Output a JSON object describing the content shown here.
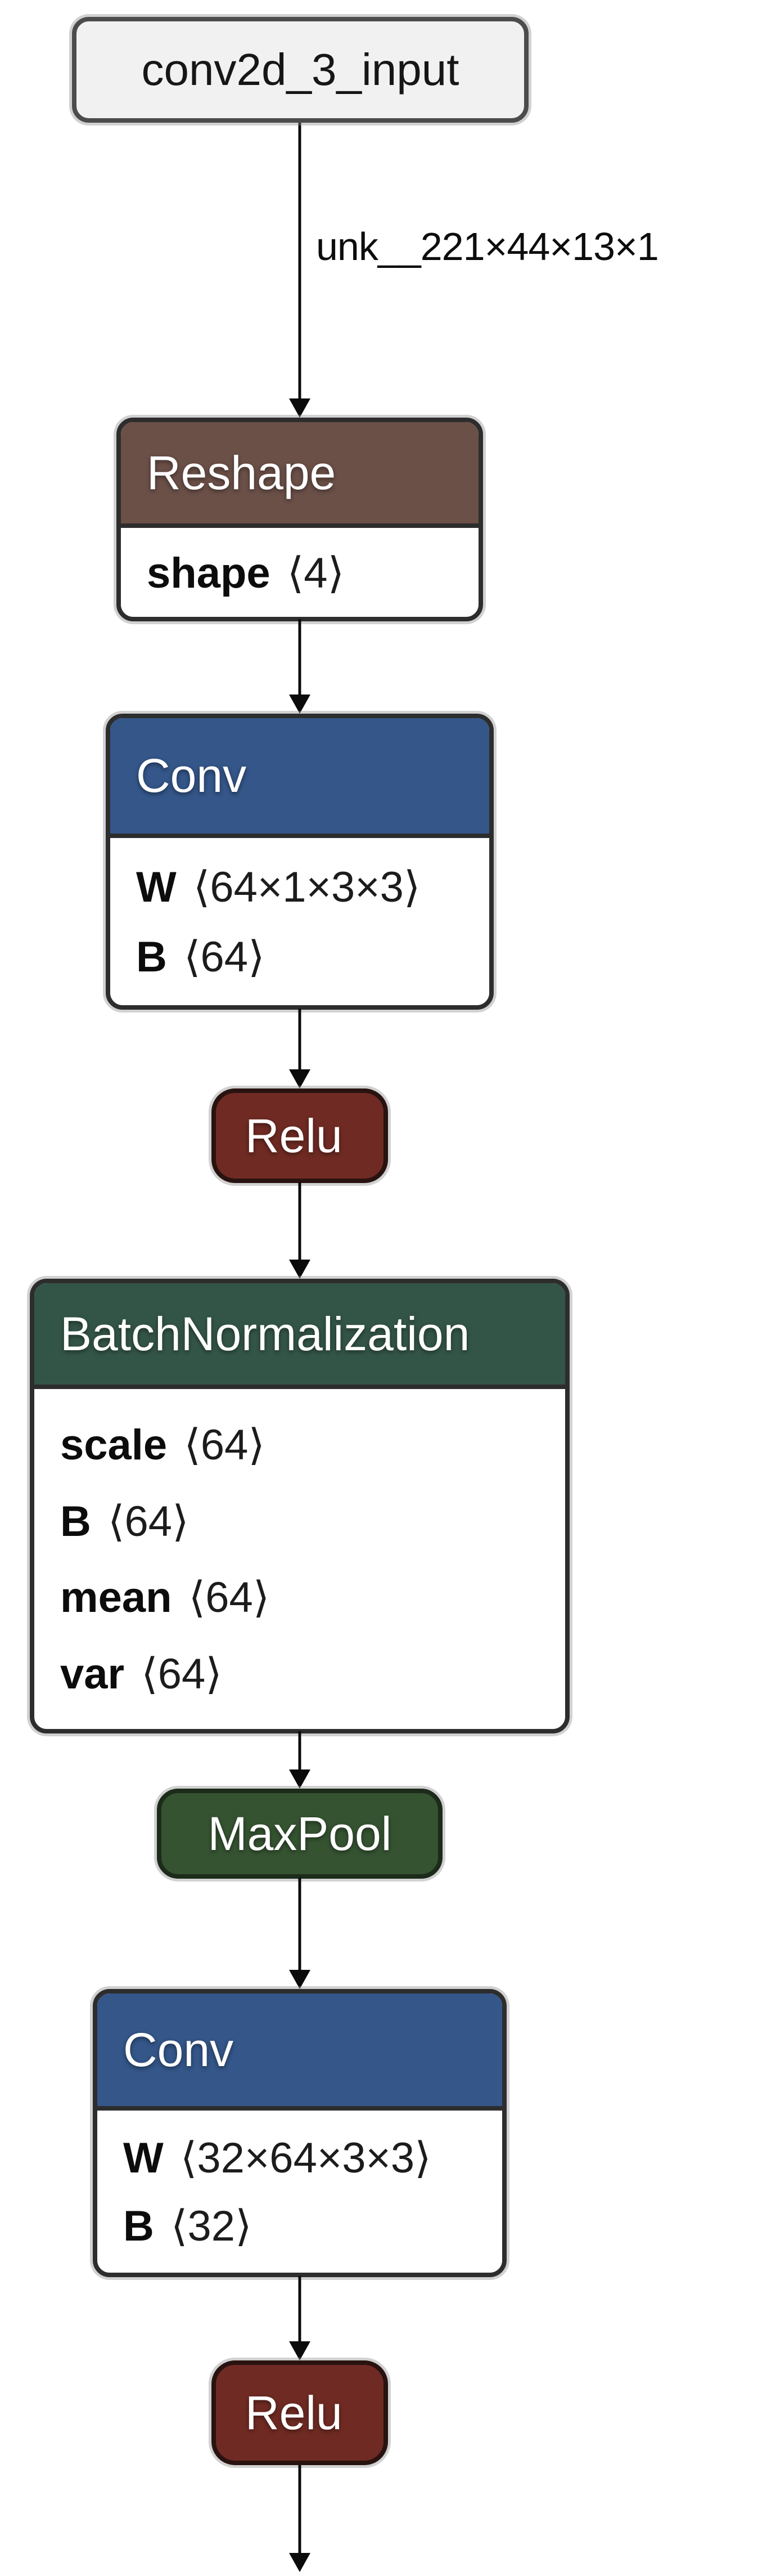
{
  "graph": {
    "input": {
      "label": "conv2d_3_input",
      "fill": "#f1f1f1"
    },
    "edge_label": "unk__221×44×13×1",
    "edge_color": "#0b0b0b",
    "nodes": [
      {
        "title": "Reshape",
        "category": "shape",
        "header_color": "#6b5048",
        "attrs": [
          {
            "key": "shape",
            "value": "⟨4⟩"
          }
        ]
      },
      {
        "title": "Conv",
        "category": "layer",
        "header_color": "#345689",
        "attrs": [
          {
            "key": "W",
            "value": "⟨64×1×3×3⟩"
          },
          {
            "key": "B",
            "value": "⟨64⟩"
          }
        ]
      },
      {
        "title": "Relu",
        "category": "activation",
        "fill": "#6f2b23",
        "attrs": []
      },
      {
        "title": "BatchNormalization",
        "category": "normalization",
        "header_color": "#335547",
        "attrs": [
          {
            "key": "scale",
            "value": "⟨64⟩"
          },
          {
            "key": "B",
            "value": "⟨64⟩"
          },
          {
            "key": "mean",
            "value": "⟨64⟩"
          },
          {
            "key": "var",
            "value": "⟨64⟩"
          }
        ]
      },
      {
        "title": "MaxPool",
        "category": "pool",
        "fill": "#355331",
        "attrs": []
      },
      {
        "title": "Conv",
        "category": "layer",
        "header_color": "#345689",
        "attrs": [
          {
            "key": "W",
            "value": "⟨32×64×3×3⟩"
          },
          {
            "key": "B",
            "value": "⟨32⟩"
          }
        ]
      },
      {
        "title": "Relu",
        "category": "activation",
        "fill": "#6f2b23",
        "attrs": []
      }
    ]
  }
}
